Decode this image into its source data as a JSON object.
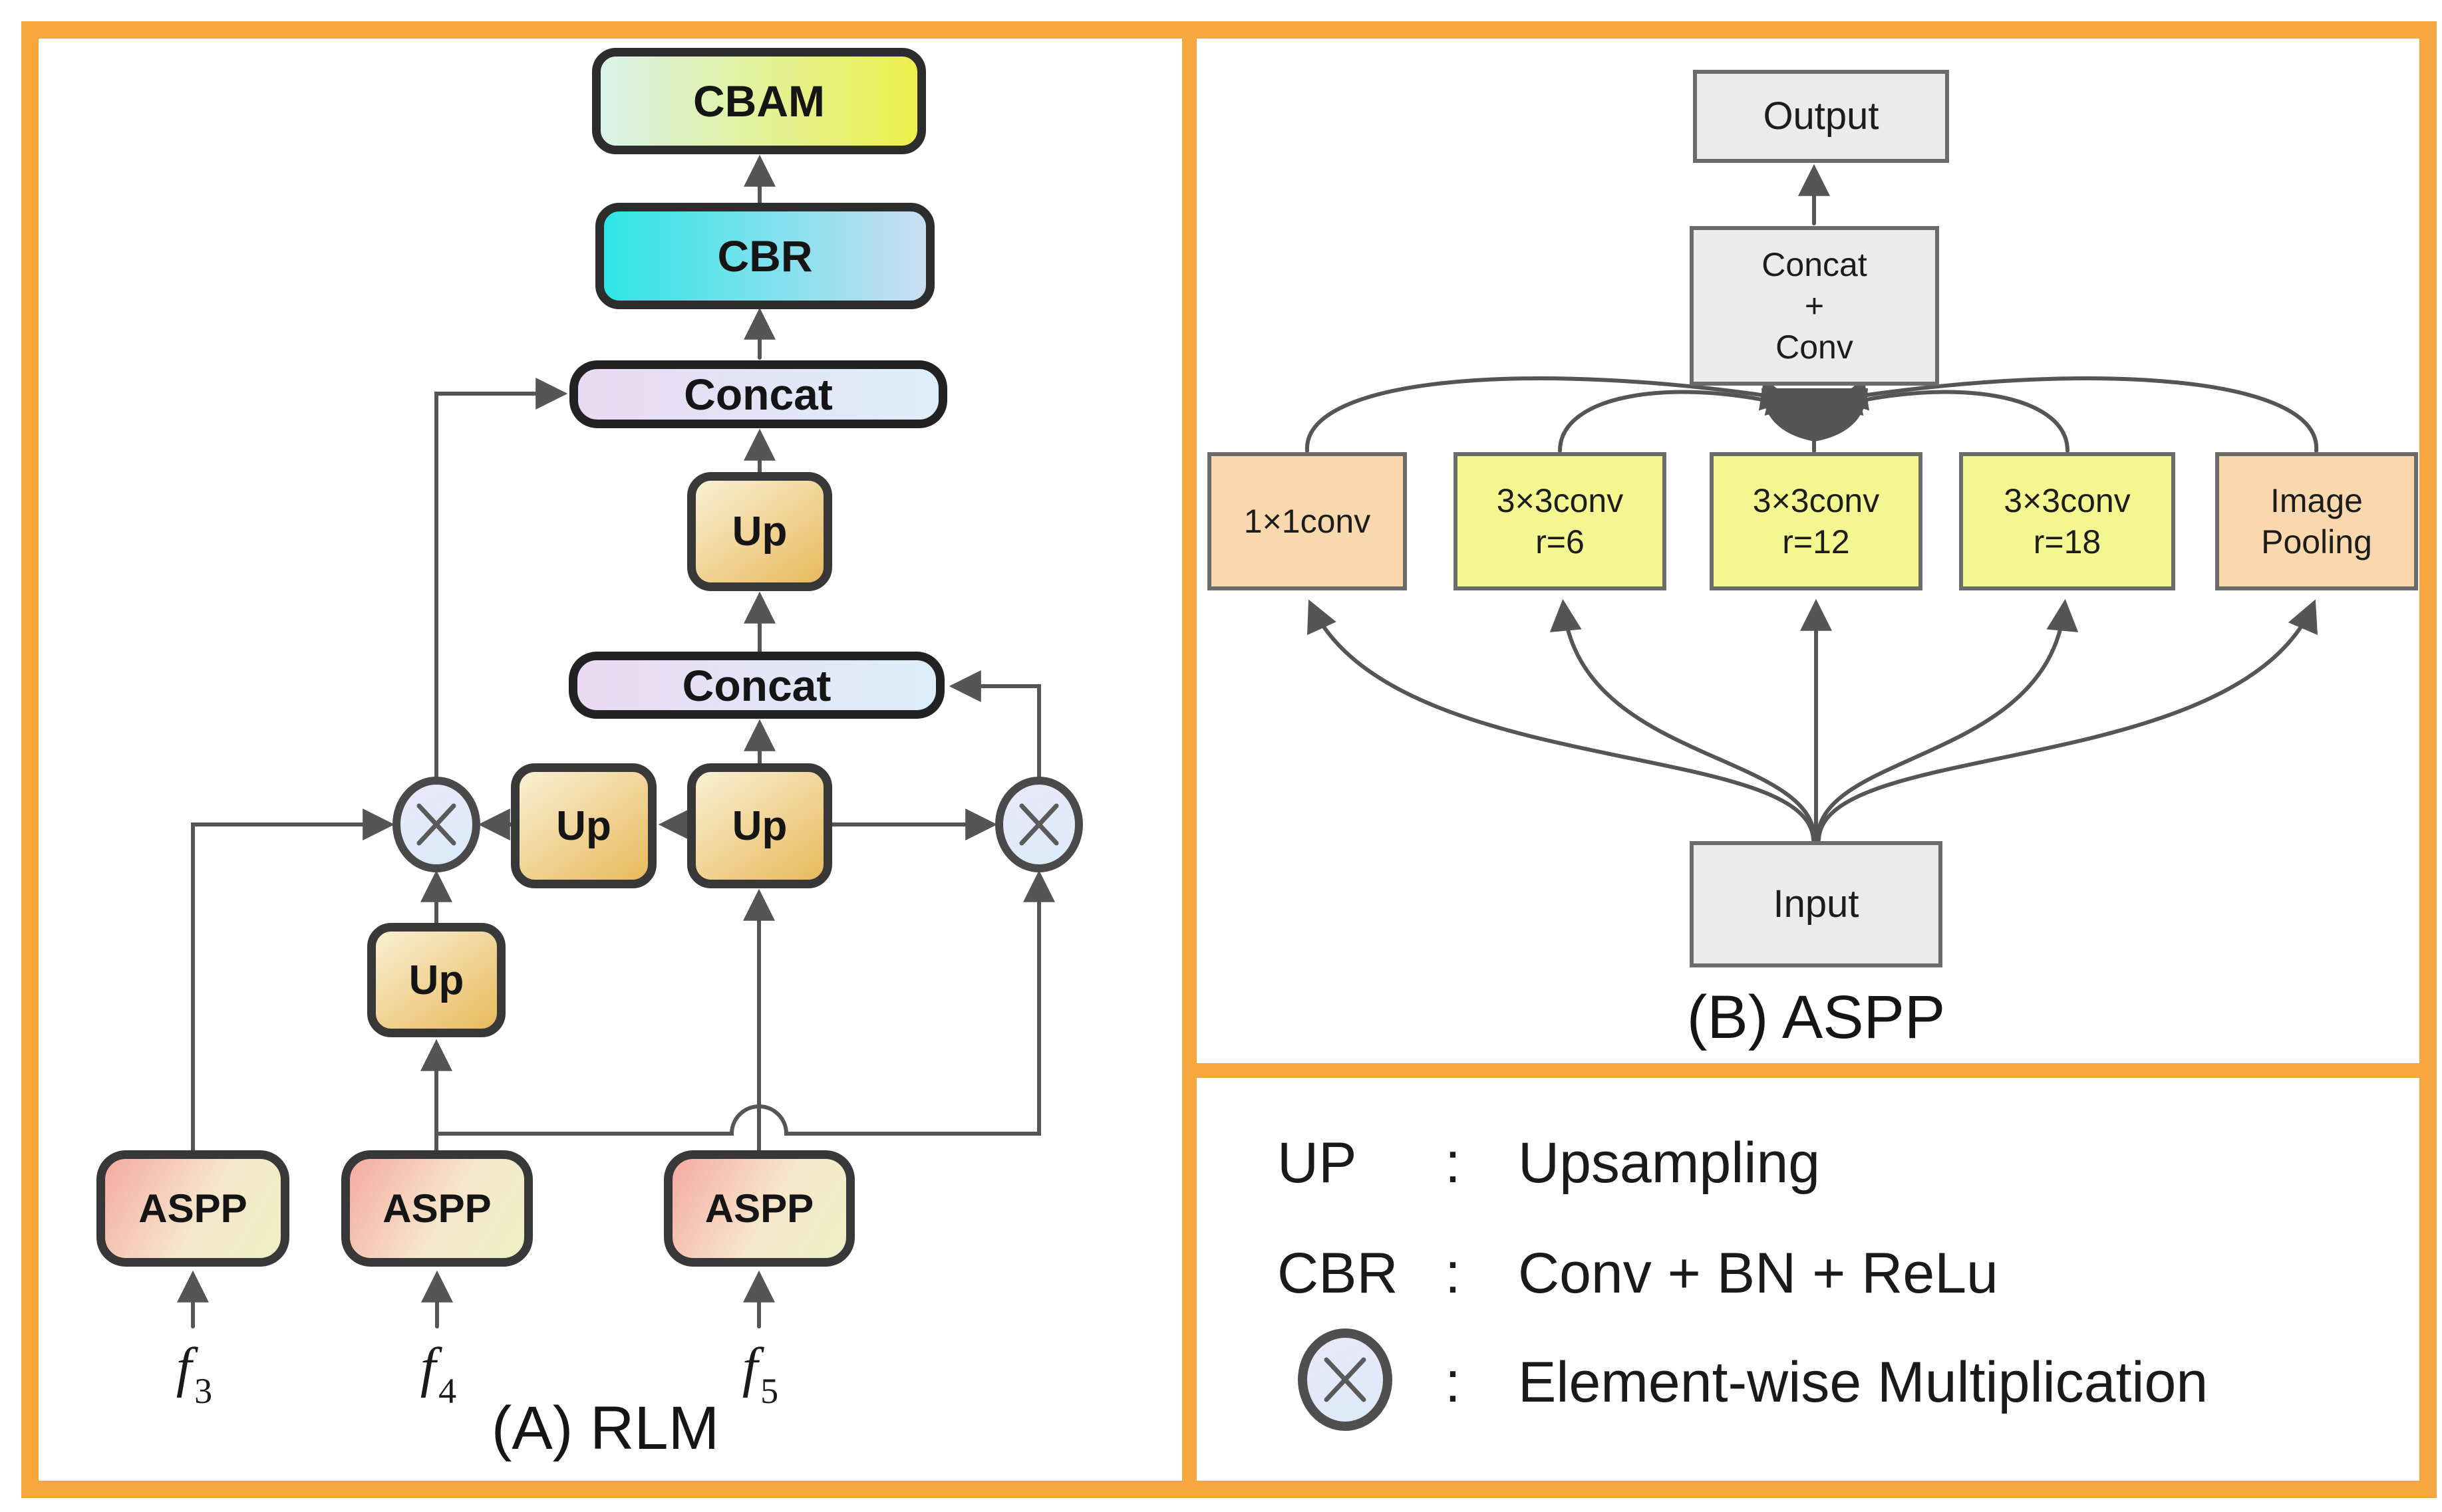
{
  "colors": {
    "frame_accent": "#F6A63E",
    "connector_gray": "#555555",
    "cbam_gradient": [
      "#d9f3ea",
      "#edf04b"
    ],
    "cbr_gradient": [
      "#2ee4e6",
      "#cadef2"
    ],
    "concat_gradient": [
      "#ead9f4",
      "#dceefb"
    ],
    "up_gradient": [
      "#faf0d4",
      "#e8ba5c"
    ],
    "aspp_gradient": [
      "#f4aaa2",
      "#f7e7cb",
      "#edf0c4"
    ],
    "multiply_circle_fill": [
      "#e9e5f8",
      "#dcebfa"
    ],
    "gray_box_fill": "#ebebeb",
    "peach_box_fill": "#f9d8ae",
    "yellow_box_fill": "#f4f78f"
  },
  "panel_a": {
    "caption": "(A) RLM",
    "cbam_label": "CBAM",
    "cbr_label": "CBR",
    "concat_label": "Concat",
    "up_label": "Up",
    "aspp_label": "ASPP",
    "inputs": [
      {
        "base": "f",
        "sub": "3"
      },
      {
        "base": "f",
        "sub": "4"
      },
      {
        "base": "f",
        "sub": "5"
      }
    ]
  },
  "panel_b": {
    "caption": "(B) ASPP",
    "output_label": "Output",
    "concat_conv": {
      "line1": "Concat",
      "line2": "+",
      "line3": "Conv"
    },
    "branches": [
      {
        "line1": "1×1conv",
        "line2": ""
      },
      {
        "line1": "3×3conv",
        "line2": "r=6"
      },
      {
        "line1": "3×3conv",
        "line2": "r=12"
      },
      {
        "line1": "3×3conv",
        "line2": "r=18"
      },
      {
        "line1": "Image",
        "line2": "Pooling"
      }
    ],
    "input_label": "Input"
  },
  "legend": {
    "up": {
      "term": "UP",
      "colon": ":",
      "definition": "Upsampling"
    },
    "cbr": {
      "term": "CBR",
      "colon": ":",
      "definition": "Conv + BN + ReLu"
    },
    "mult": {
      "symbol": "×",
      "colon": ":",
      "definition": "Element-wise Multiplication"
    }
  }
}
